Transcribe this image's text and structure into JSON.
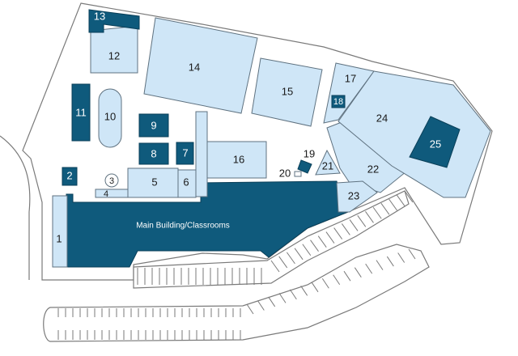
{
  "map": {
    "main_building_label": "Main Building/Classrooms",
    "buildings": [
      {
        "id": "b1",
        "label": "1"
      },
      {
        "id": "b2",
        "label": "2"
      },
      {
        "id": "b3",
        "label": "3"
      },
      {
        "id": "b4",
        "label": "4"
      },
      {
        "id": "b5",
        "label": "5"
      },
      {
        "id": "b6",
        "label": "6"
      },
      {
        "id": "b7",
        "label": "7"
      },
      {
        "id": "b8",
        "label": "8"
      },
      {
        "id": "b9",
        "label": "9"
      },
      {
        "id": "b10",
        "label": "10"
      },
      {
        "id": "b11",
        "label": "11"
      },
      {
        "id": "b12",
        "label": "12"
      },
      {
        "id": "b13",
        "label": "13"
      },
      {
        "id": "b14",
        "label": "14"
      },
      {
        "id": "b15",
        "label": "15"
      },
      {
        "id": "b16",
        "label": "16"
      },
      {
        "id": "b17",
        "label": "17"
      },
      {
        "id": "b18",
        "label": "18"
      },
      {
        "id": "b19",
        "label": "19"
      },
      {
        "id": "b20",
        "label": "20"
      },
      {
        "id": "b21",
        "label": "21"
      },
      {
        "id": "b22",
        "label": "22"
      },
      {
        "id": "b23",
        "label": "23"
      },
      {
        "id": "b24",
        "label": "24"
      },
      {
        "id": "b25",
        "label": "25"
      }
    ],
    "colors": {
      "light_building": "#cfe6f7",
      "dark_building": "#0f5a7c",
      "outline": "#7a7a7a"
    }
  }
}
